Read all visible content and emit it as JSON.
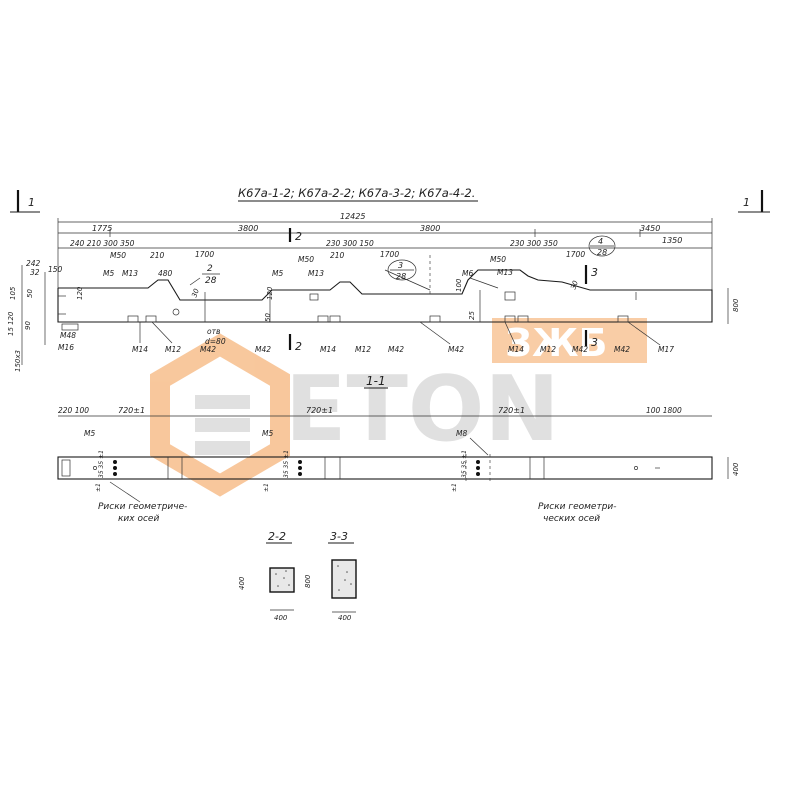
{
  "title": "К67а-1-2; К67а-2-2; К67а-3-2; К67а-4-2.",
  "cut_mark": "1",
  "section_marks": {
    "s2": "2",
    "s3": "3"
  },
  "top_dims": {
    "overall": "12425",
    "segments": [
      "1775",
      "3800",
      "3800",
      "3450",
      "1350"
    ],
    "sub_left": "240  210 300 350",
    "sub_mid": "230 300 150",
    "sub_right": "230 300 350",
    "d1700a": "1700",
    "d1700b": "1700",
    "d1700c": "1700",
    "d480": "480",
    "d210a": "210",
    "d210b": "210"
  },
  "left_dims": [
    "242",
    "32",
    "105",
    "50",
    "120",
    "15",
    "90",
    "150",
    "150x3"
  ],
  "detail_callouts": [
    {
      "num": "2",
      "sheet": "28"
    },
    {
      "num": "3",
      "sheet": "28"
    },
    {
      "num": "4",
      "sheet": "28"
    }
  ],
  "part_labels": {
    "m5": "M5",
    "m13": "M13",
    "m50": "M50",
    "m6": "M6",
    "m14": "M14",
    "m12": "M12",
    "m42": "M42",
    "m16": "M16",
    "m17": "M17",
    "m48": "M48",
    "m8": "M8",
    "hole": "отв",
    "hole_d": "d=80",
    "d120": "120",
    "d30": "30",
    "d100": "100",
    "d800": "800",
    "d25": "25",
    "d50": "50"
  },
  "plan": {
    "heading": "1-1",
    "left_dims": "220 100",
    "pitch_a": "720±1",
    "pitch_b": "720±1",
    "pitch_c": "720±1",
    "right_dims": "100    1800",
    "height": "400",
    "gap": "35 35 ±1",
    "tol": "±1",
    "note_left": [
      "Риски геометриче-",
      "ких осей"
    ],
    "note_right": [
      "Риски геометри-",
      "ческих осей"
    ]
  },
  "sections": {
    "s22": {
      "title": "2-2",
      "width": "400",
      "height": "400"
    },
    "s33": {
      "title": "3-3",
      "width": "400",
      "height": "800"
    }
  },
  "watermark": {
    "brand": "ETON",
    "badge": "ЗЖБ",
    "accent": "#f39a4c",
    "grey": "#c8c8c8"
  },
  "colors": {
    "ink": "#1a1a1a",
    "paper": "#ffffff"
  }
}
